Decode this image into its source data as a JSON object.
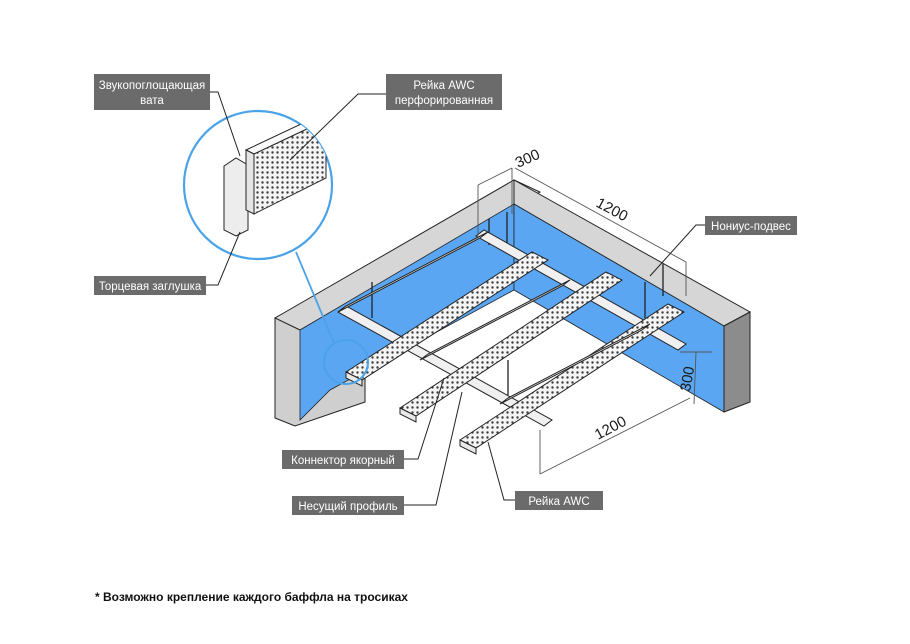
{
  "labels": {
    "wool_line1": "Звукопоглощающая",
    "wool_line2": "вата",
    "perforated_line1": "Рейка AWC",
    "perforated_line2": "перфорированная",
    "end_cap": "Торцевая заглушка",
    "hanger": "Нониус-подвес",
    "anchor_connector": "Коннектор якорный",
    "carrier_profile": "Несущий профиль",
    "panel": "Рейка AWC"
  },
  "dimensions": {
    "top_short": "300",
    "top_long": "1200",
    "right_short": "300",
    "right_long": "1200"
  },
  "footnote": "* Возможно крепление каждого баффла на тросиках",
  "colors": {
    "wall_blue": "#5aa6f2",
    "wall_light_blue": "#8cc4fa",
    "wall_top_gray": "#cfcfcf",
    "wall_side_gray": "#8c8c8c",
    "label_box": "#6b6b6b",
    "circle_stroke": "#4aa3e8"
  }
}
